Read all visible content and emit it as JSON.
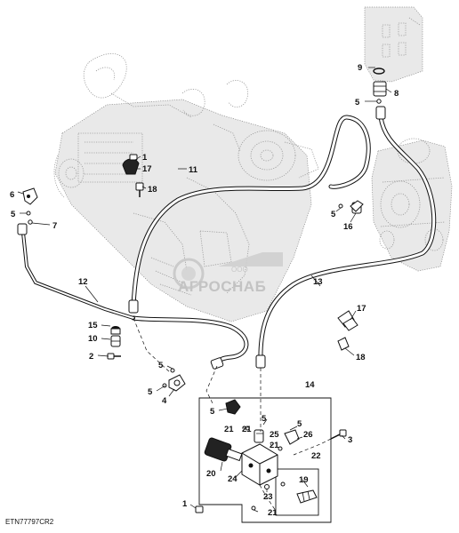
{
  "figure_ref": "ETN77797CR2",
  "watermark": {
    "company": "ООО",
    "brand": "АГРОСНАБ"
  },
  "callouts": [
    {
      "id": "c1a",
      "label": "1"
    },
    {
      "id": "c1b",
      "label": "1"
    },
    {
      "id": "c2",
      "label": "2"
    },
    {
      "id": "c3",
      "label": "3"
    },
    {
      "id": "c4",
      "label": "4"
    },
    {
      "id": "c5a",
      "label": "5"
    },
    {
      "id": "c5b",
      "label": "5"
    },
    {
      "id": "c5c",
      "label": "5"
    },
    {
      "id": "c5d",
      "label": "5"
    },
    {
      "id": "c5e",
      "label": "5"
    },
    {
      "id": "c5f",
      "label": "5"
    },
    {
      "id": "c5g",
      "label": "5"
    },
    {
      "id": "c5h",
      "label": "5"
    },
    {
      "id": "c6",
      "label": "6"
    },
    {
      "id": "c7",
      "label": "7"
    },
    {
      "id": "c8",
      "label": "8"
    },
    {
      "id": "c9",
      "label": "9"
    },
    {
      "id": "c10",
      "label": "10"
    },
    {
      "id": "c11",
      "label": "11"
    },
    {
      "id": "c12",
      "label": "12"
    },
    {
      "id": "c13",
      "label": "13"
    },
    {
      "id": "c14",
      "label": "14"
    },
    {
      "id": "c15",
      "label": "15"
    },
    {
      "id": "c16",
      "label": "16"
    },
    {
      "id": "c17a",
      "label": "17"
    },
    {
      "id": "c17b",
      "label": "17"
    },
    {
      "id": "c18a",
      "label": "18"
    },
    {
      "id": "c18b",
      "label": "18"
    },
    {
      "id": "c19",
      "label": "19"
    },
    {
      "id": "c20",
      "label": "20"
    },
    {
      "id": "c21a",
      "label": "21"
    },
    {
      "id": "c21b",
      "label": "21"
    },
    {
      "id": "c21c",
      "label": "21"
    },
    {
      "id": "c21d",
      "label": "21"
    },
    {
      "id": "c22",
      "label": "22"
    },
    {
      "id": "c23",
      "label": "23"
    },
    {
      "id": "c24",
      "label": "24"
    },
    {
      "id": "c25",
      "label": "25"
    },
    {
      "id": "c26",
      "label": "26"
    }
  ]
}
